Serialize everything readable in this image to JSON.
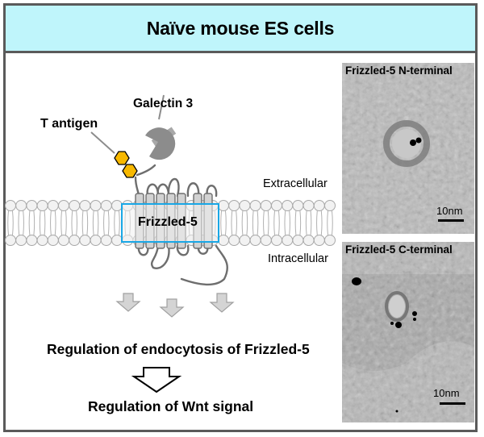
{
  "header": {
    "title": "Naïve mouse ES cells",
    "background_color": "#bff5fb"
  },
  "diagram": {
    "labels": {
      "galectin": "Galectin 3",
      "t_antigen": "T antigen",
      "receptor": "Frizzled-5",
      "extracellular": "Extracellular",
      "intracellular": "Intracellular",
      "endocytosis": "Regulation of endocytosis of Frizzled-5",
      "wnt": "Regulation of Wnt signal"
    },
    "colors": {
      "t_antigen_fill": "#f7b800",
      "galectin_fill": "#8c8c8c",
      "receptor_box": "#19a7e6",
      "arrow_fill": "#d4d4d4",
      "membrane_line": "#aaaaaa"
    }
  },
  "micrographs": [
    {
      "title": "Frizzled-5 N-terminal",
      "scale_label": "10nm"
    },
    {
      "title": "Frizzled-5 C-terminal",
      "scale_label": "10nm"
    }
  ]
}
